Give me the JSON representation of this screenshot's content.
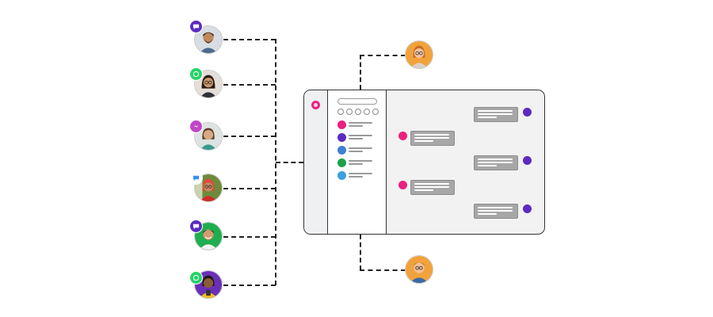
{
  "colors": {
    "line": "#222222",
    "brand_pink": "#e8237f",
    "violet": "#5b2bbf",
    "blue": "#3f7fcf",
    "green": "#1aa34a",
    "sky": "#3aa0e0",
    "whatsapp_green": "#25d366",
    "messenger_gradient_start": "#9c3cf0",
    "messenger_gradient_end": "#f0508a",
    "chat_bubble_blue": "#3a8ef6",
    "window_bg": "#f2f2f2",
    "bubble_gray": "#a7a7a7"
  },
  "channels": [
    {
      "badge": "chat-bubble-icon",
      "badge_color": "#5b2bbf",
      "person": "bearded-man-blue-shirt"
    },
    {
      "badge": "whatsapp-icon",
      "badge_color": "#25d366",
      "person": "woman-glasses-dark-hair"
    },
    {
      "badge": "messenger-icon",
      "badge_color": "#c246c8",
      "person": "woman-teal-shirt"
    },
    {
      "badge": "chat-bubble-icon",
      "badge_color": "#3a8ef6",
      "person": "woman-red-headscarf"
    },
    {
      "badge": "chat-bubble-icon",
      "badge_color": "#5b2bbf",
      "person": "smiling-man-green-bg"
    },
    {
      "badge": "whatsapp-icon",
      "badge_color": "#25d366",
      "person": "woman-yellow-shirt-phone"
    }
  ],
  "agents": [
    {
      "person": "agent-woman-glasses-orange-bg"
    },
    {
      "person": "agent-man-glasses-orange-bg"
    }
  ],
  "window": {
    "logo_icon": "brand-logo-icon",
    "conversation_dots": [
      "#e8237f",
      "#5b2bbf",
      "#3f7fcf",
      "#1aa34a",
      "#3aa0e0"
    ],
    "messages": [
      {
        "side": "right",
        "sender_color": "#5b2bbf"
      },
      {
        "side": "left",
        "sender_color": "#e8237f"
      },
      {
        "side": "right",
        "sender_color": "#5b2bbf"
      },
      {
        "side": "left",
        "sender_color": "#e8237f"
      },
      {
        "side": "right",
        "sender_color": "#5b2bbf"
      }
    ]
  }
}
